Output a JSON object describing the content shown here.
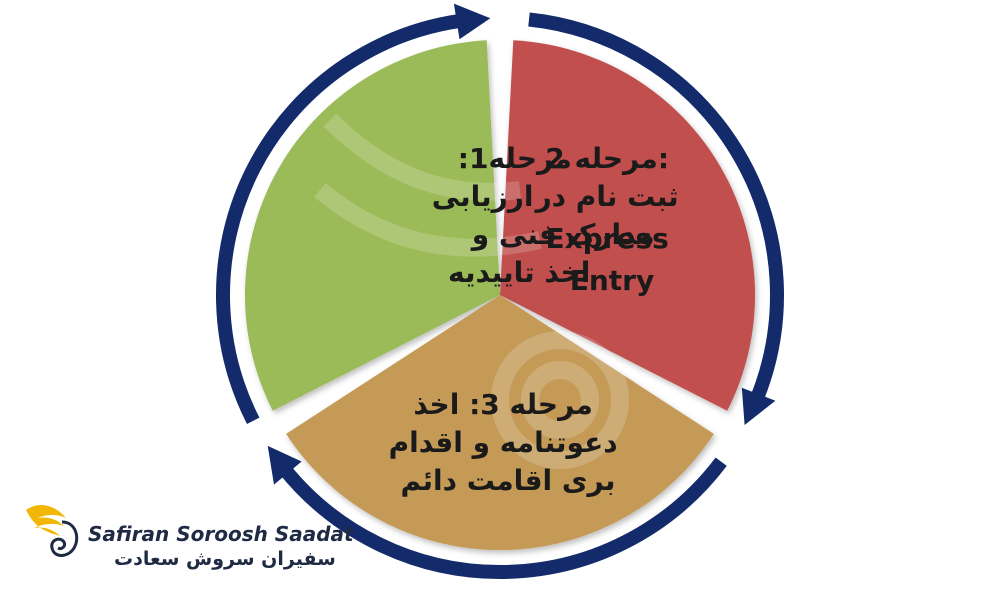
{
  "diagram": {
    "colors": {
      "ring": "#132a6b",
      "green": "#9bbb59",
      "red": "#c0504d",
      "tan": "#c49a56",
      "gap": "#ffffff"
    },
    "segments": [
      {
        "id": "step1",
        "lines": [
          "مرحله1:",
          "ارزیابی",
          "مدارک فنی و",
          "اخذ تاییدیه"
        ]
      },
      {
        "id": "step2",
        "lines": [
          "مرحله 2:",
          "ثبت نام در",
          "Express",
          "Entry"
        ]
      },
      {
        "id": "step3",
        "lines": [
          "مرحله 3: اخذ",
          "دعوتنامه و اقدام",
          "بری اقامت دائم"
        ]
      }
    ]
  },
  "brand": {
    "name_en": "Safiran Soroosh Saadat",
    "name_fa": "سفیران سروش سعادت",
    "colors": {
      "gold": "#f2b705",
      "navy": "#1f2a44"
    }
  }
}
